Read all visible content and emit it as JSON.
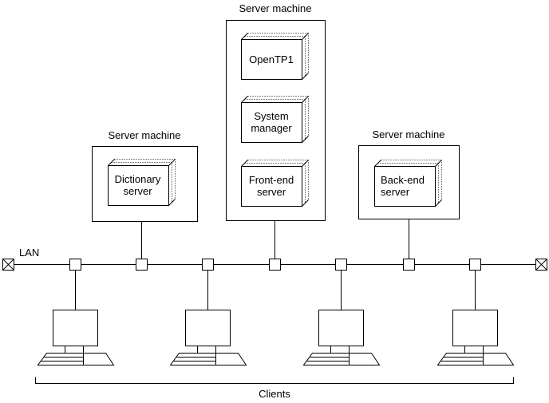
{
  "diagram": {
    "colors": {
      "stroke": "#000000",
      "background": "#ffffff"
    },
    "lan": {
      "label": "LAN"
    },
    "clients_group": {
      "label": "Clients"
    },
    "server_machines": {
      "center": {
        "label": "Server machine",
        "components": [
          "OpenTP1",
          "System manager",
          "Front-end server"
        ]
      },
      "left": {
        "label": "Server machine",
        "components": [
          "Dictionary server"
        ]
      },
      "right": {
        "label": "Server machine",
        "components": [
          "Back-end server"
        ]
      }
    }
  }
}
